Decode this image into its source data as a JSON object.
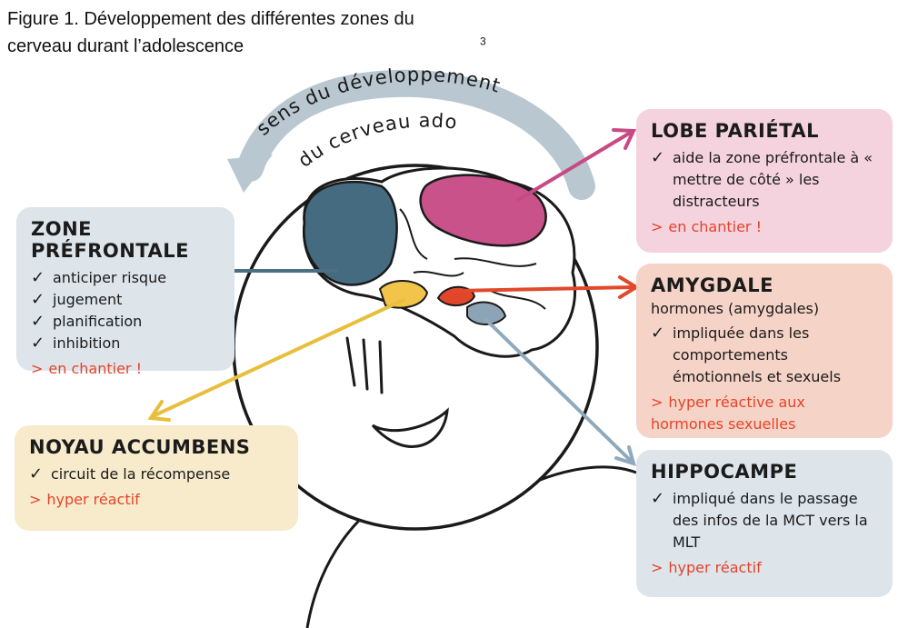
{
  "caption": {
    "text": "Figure 1. Développement des différentes zones du cerveau durant l’adolescence",
    "superscript": "3"
  },
  "direction": {
    "line1": "sens du développement",
    "line2": "du cerveau ado"
  },
  "boxes": {
    "prefrontal": {
      "title": "ZONE PRÉFRONTALE",
      "items": [
        "anticiper risque",
        "jugement",
        "planification",
        "inhibition"
      ],
      "note": "en chantier !",
      "bg": "#dde4ea"
    },
    "accumbens": {
      "title": "NOYAU ACCUMBENS",
      "items": [
        "circuit de la récompense"
      ],
      "note": "hyper réactif",
      "bg": "#f7ebcc"
    },
    "parietal": {
      "title": "LOBE PARIÉTAL",
      "items": [
        "aide la zone préfrontale à « mettre de côté » les distracteurs"
      ],
      "note": "en chantier !",
      "bg": "#f4d3df"
    },
    "amygdale": {
      "title": "AMYGDALE",
      "subtitle": "hormones (amygdales)",
      "items": [
        "impliquée dans les comportements émotionnels et sexuels"
      ],
      "note": "hyper réactive aux hormones sexuelles",
      "bg": "#f6d3c7"
    },
    "hippocampe": {
      "title": "HIPPOCAMPE",
      "items": [
        "impliqué dans le passage des infos de la MCT vers la MLT"
      ],
      "note": "hyper réactif",
      "bg": "#dde4ea"
    }
  },
  "colors": {
    "note_red": "#e4442a",
    "arrow_blue": "#4d6e83",
    "arrow_pink": "#c84a84",
    "arrow_red": "#e04a2a",
    "arrow_yellow": "#e8bf3c",
    "arrow_lightblue": "#8fa9bd",
    "brain_front": "#456b80",
    "brain_parietal": "#c9528a",
    "accumbens_yellow": "#f2c54a",
    "amygdala_red": "#e2462a",
    "hippocampus_blue": "#8da4b6",
    "dev_arrow": "#b9c7d1"
  }
}
